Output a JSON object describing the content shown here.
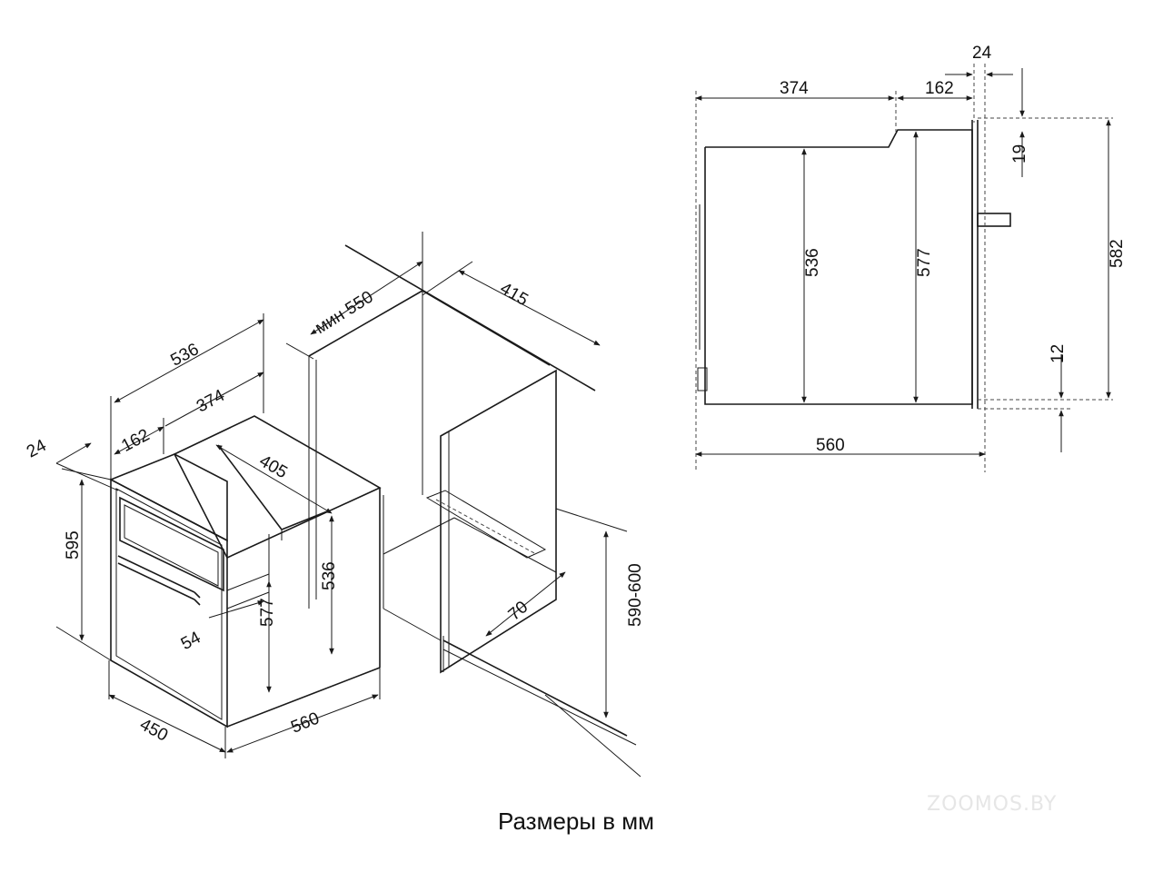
{
  "caption": "Размеры в мм",
  "watermark": "ZOOMOS.BY",
  "iso_view": {
    "d24": "24",
    "d162": "162",
    "d374": "374",
    "d536_top": "536",
    "d405": "405",
    "d595": "595",
    "d54": "54",
    "d577": "577",
    "d536_side": "536",
    "d450": "450",
    "d560": "560",
    "min550": "мин 550",
    "d415": "415",
    "d70": "70",
    "d590_600": "590-600"
  },
  "side_view": {
    "d374": "374",
    "d162": "162",
    "d24": "24",
    "d19": "19",
    "d536": "536",
    "d577": "577",
    "d582": "582",
    "d12": "12",
    "d560": "560"
  }
}
